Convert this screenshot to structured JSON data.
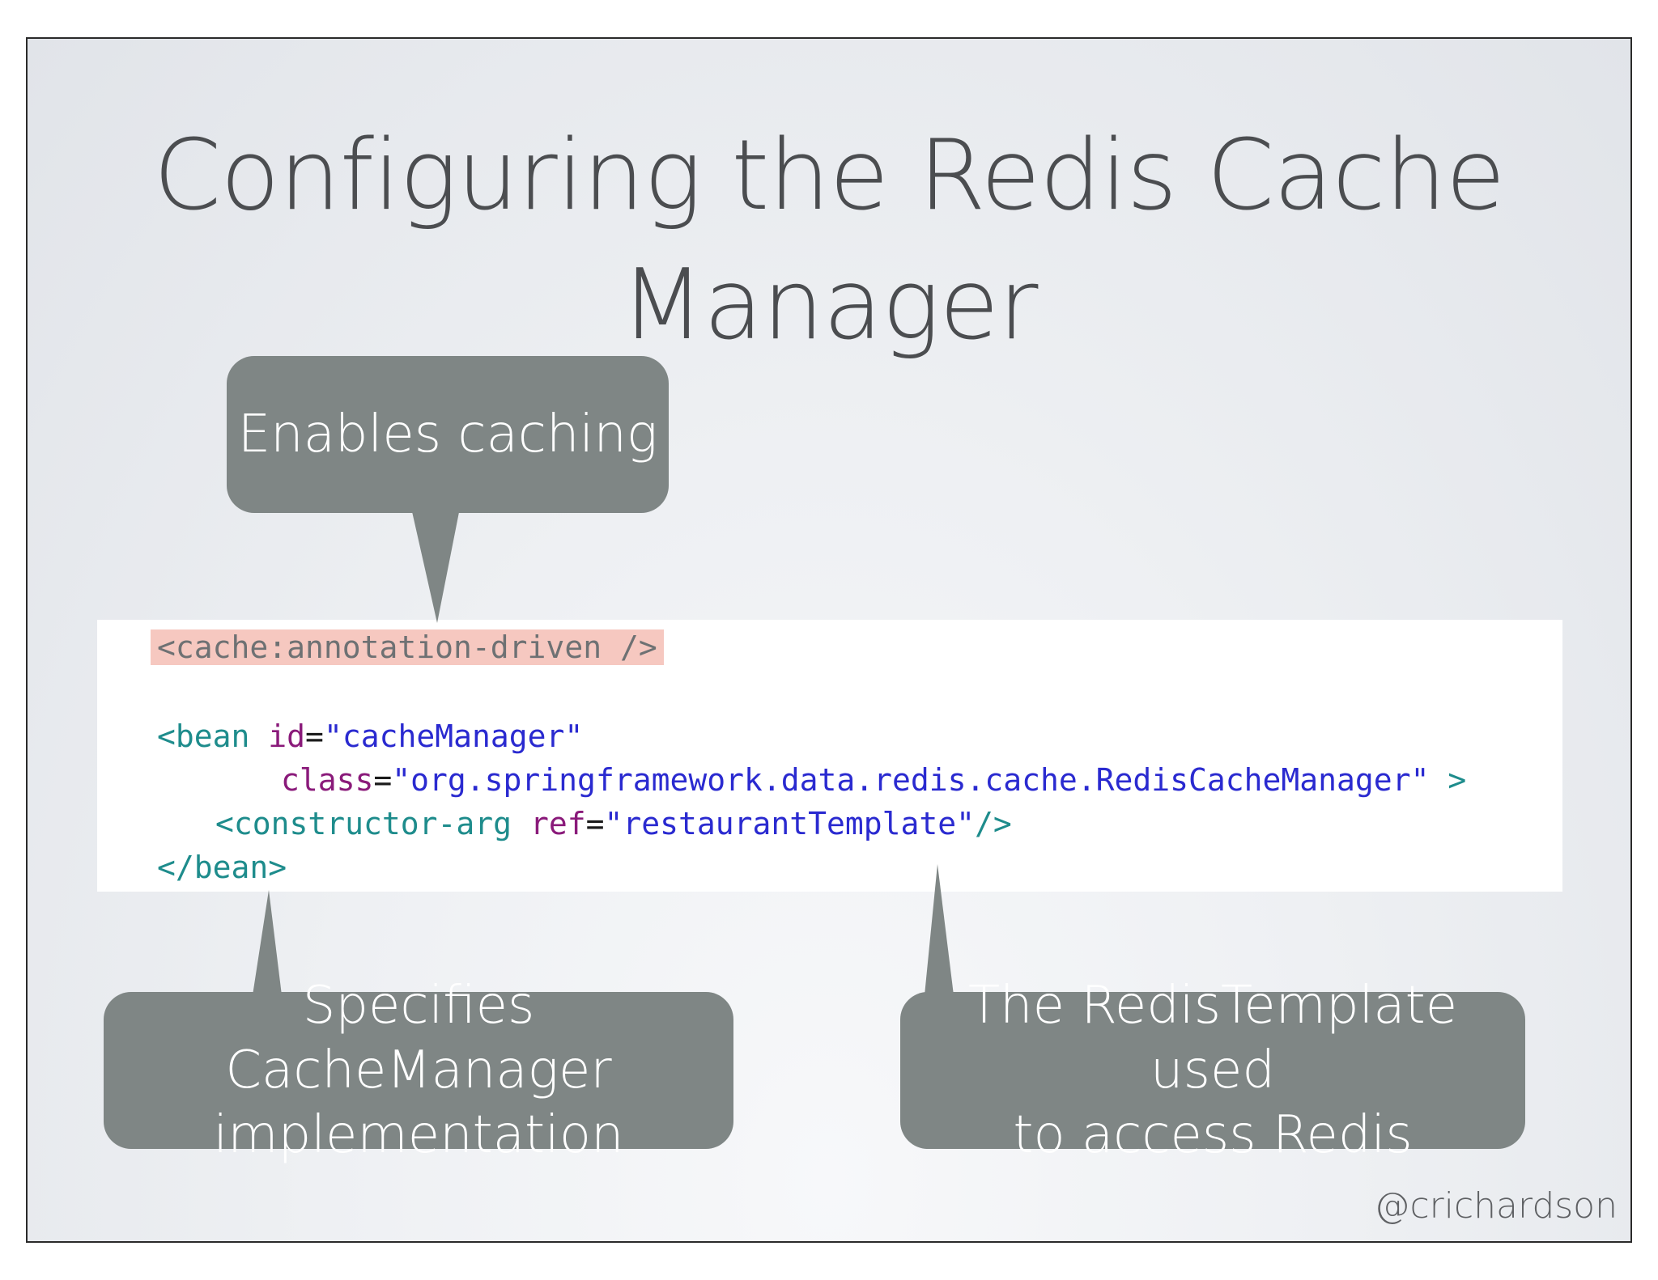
{
  "slide": {
    "title_line_1": "Configuring the Redis Cache",
    "title_line_2": "Manager",
    "handle": "@crichardson"
  },
  "code": {
    "line1": "<cache:annotation-driven />",
    "line3": {
      "open": "<bean ",
      "attr": "id",
      "eq": "=",
      "value": "\"cacheManager\""
    },
    "line4": {
      "attr": "class",
      "eq": "=",
      "value": "\"org.springframework.data.redis.cache.RedisCacheManager\"",
      "close": " >"
    },
    "line5": {
      "open": "<constructor-arg ",
      "attr": "ref",
      "eq": "=",
      "value": "\"restaurantTemplate\"",
      "close": "/>"
    },
    "line6": "</bean>"
  },
  "callouts": {
    "enables": "Enables caching",
    "specifies_line_1": "Specifies CacheManager",
    "specifies_line_2": "implementation",
    "template_line_1": "The RedisTemplate used",
    "template_line_2": "to access Redis"
  },
  "colors": {
    "callout_bg": "#7f8685",
    "highlight_bg": "#f6c8c0",
    "tag": "#1e8c8c",
    "attribute": "#8a1a7a",
    "string": "#2a2ad0",
    "title": "#4b4d50"
  }
}
